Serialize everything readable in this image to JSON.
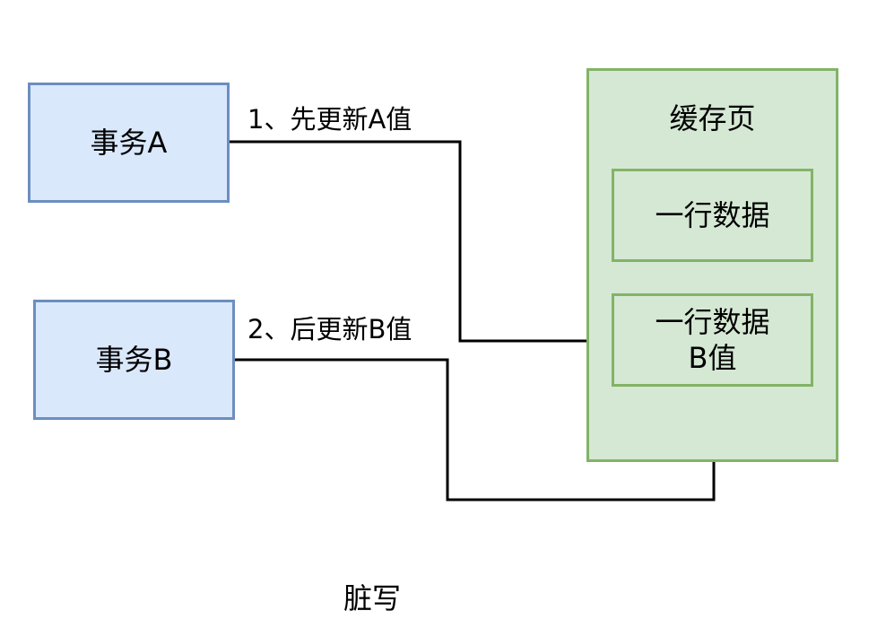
{
  "transactions": {
    "a": "事务A",
    "b": "事务B"
  },
  "cache_page": {
    "title": "缓存页",
    "rows": [
      {
        "line1": "一行数据",
        "line2": ""
      },
      {
        "line1": "一行数据",
        "line2": "B值"
      }
    ]
  },
  "edges": {
    "first": "1、先更新A值",
    "second": "2、后更新B值"
  },
  "caption": "脏写",
  "colors": {
    "transaction_fill": "#dae8fc",
    "transaction_stroke": "#6c8ebf",
    "cache_fill": "#d5e8d4",
    "cache_stroke": "#82b366",
    "connector": "#000000"
  }
}
